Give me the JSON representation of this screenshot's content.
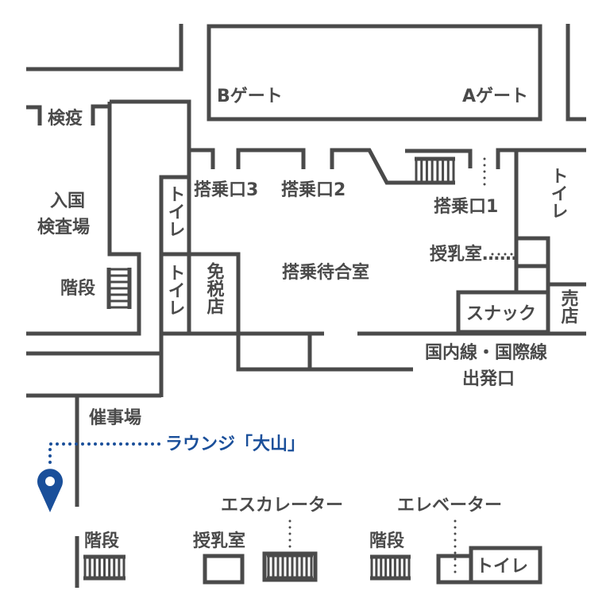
{
  "labels": {
    "gate_b": "Bゲート",
    "gate_a": "Aゲート",
    "quarantine": "検疫",
    "immigration_1": "入国",
    "immigration_2": "検査場",
    "stairs_left": "階段",
    "toilet_1": "トイレ",
    "toilet_2": "トイレ",
    "duty_free": "免税店",
    "boarding_3": "搭乗口3",
    "boarding_2": "搭乗口2",
    "boarding_1": "搭乗口1",
    "waiting_room": "搭乗待合室",
    "nursing_room_upper": "授乳室……",
    "toilet_right": "トイレ",
    "snack": "スナック",
    "shop": "売店",
    "departure_1": "国内線・国際線",
    "departure_2": "出発口",
    "event_hall": "催事場",
    "lounge": "ラウンジ「大山」",
    "escalator": "エスカレーター",
    "elevator": "エレベーター",
    "stairs_bottom_1": "階段",
    "nursing_room_lower": "授乳室",
    "stairs_bottom_2": "階段",
    "toilet_bottom": "トイレ"
  },
  "colors": {
    "wall": "#4a4a4a",
    "highlight": "#1a4f9a"
  }
}
